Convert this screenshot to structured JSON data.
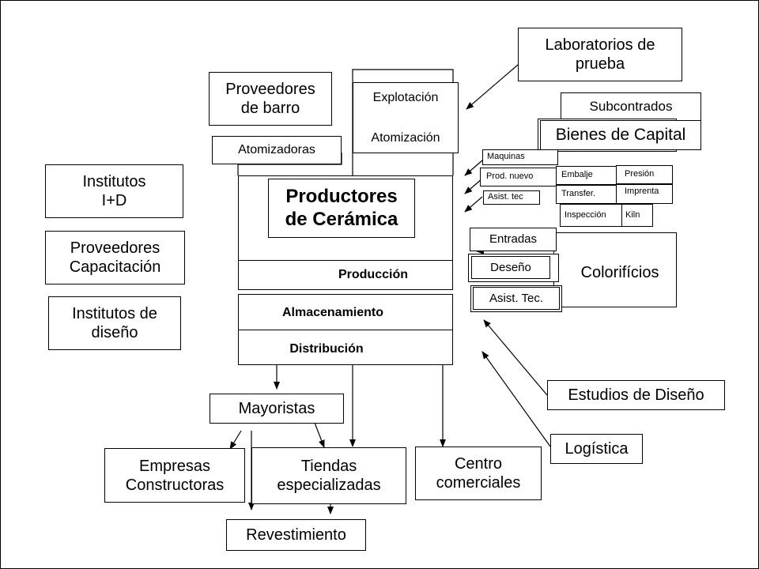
{
  "nodes": {
    "laboratorios": "Laboratorios de\nprueba",
    "proveedores_barro": "Proveedores\nde barro",
    "explotacion": "Explotación",
    "atomizacion": "Atomización",
    "atomizadoras": "Atomizadoras",
    "subcontrados": "Subcontrados",
    "bienes_capital": "Bienes de Capital",
    "maquinas": "Maquinas",
    "prod_nuevo": "Prod. nuevo",
    "asist_tec_small": "Asist. tec",
    "embalje": "Embalje",
    "presion": "Presión",
    "transfer": "Transfer.",
    "imprenta": "Imprenta",
    "inspeccion": "Inspección",
    "kiln": "Kiln",
    "institutos_id": "Institutos\nI+D",
    "productores": "Productores\nde Cerámica",
    "proveedores_capacitacion": "Proveedores\nCapacitación",
    "entradas": "Entradas",
    "deseno": "Deseño",
    "asist_tec": "Asist. Tec.",
    "colorificios": "Colorifícios",
    "produccion": "Producción",
    "institutos_diseno": "Institutos de\ndiseño",
    "almacenamiento": "Almacenamiento",
    "distribucion": "Distribución",
    "estudios_diseno": "Estudios de Diseño",
    "mayoristas": "Mayoristas",
    "logistica": "Logística",
    "empresas_constructoras": "Empresas\nConstructoras",
    "tiendas_especializadas": "Tiendas\nespecializadas",
    "centro_comerciales": "Centro\ncomerciales",
    "revestimiento": "Revestimiento"
  }
}
